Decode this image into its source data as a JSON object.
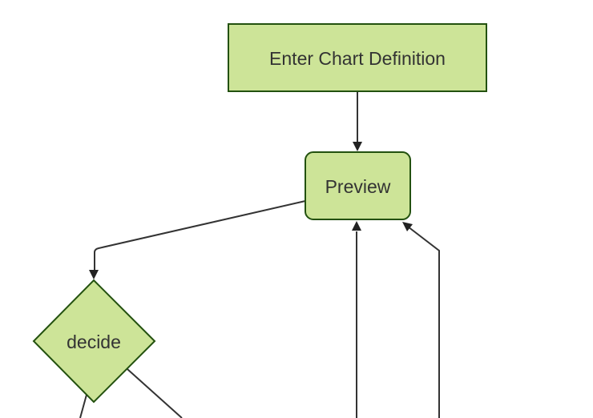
{
  "diagram": {
    "type": "flowchart",
    "direction": "top-down",
    "nodes": [
      {
        "id": "enter-chart-definition",
        "label": "Enter Chart Definition",
        "shape": "rectangle"
      },
      {
        "id": "preview",
        "label": "Preview",
        "shape": "rounded-rectangle"
      },
      {
        "id": "decide",
        "label": "decide",
        "shape": "diamond"
      }
    ],
    "edges": [
      {
        "from": "enter-chart-definition",
        "to": "preview",
        "arrow": true
      },
      {
        "from": "preview",
        "to": "decide",
        "arrow": true
      },
      {
        "from": "offscreen-bottom-left-of-center",
        "to": "preview",
        "arrow": true
      },
      {
        "from": "offscreen-bottom-right-of-center",
        "to": "preview",
        "arrow": true
      },
      {
        "from": "decide",
        "to": "offscreen-bottom-left",
        "arrow": false
      },
      {
        "from": "decide",
        "to": "offscreen-bottom-right",
        "arrow": false
      }
    ],
    "colors": {
      "node_fill": "#cde498",
      "node_border": "#23510f",
      "edge": "#333333",
      "arrowhead": "#222222",
      "label": "#333333",
      "background": "#ffffff"
    }
  }
}
